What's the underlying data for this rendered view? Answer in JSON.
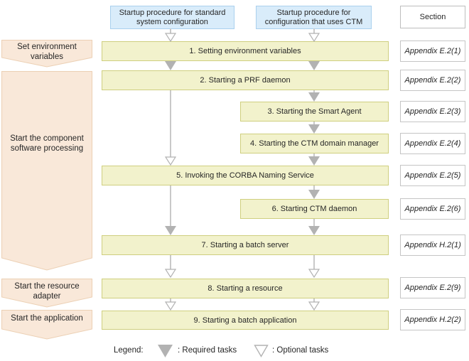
{
  "headers": {
    "standard": "Startup procedure for standard system configuration",
    "ctm": "Startup procedure for configuration that uses CTM",
    "section": "Section"
  },
  "phases": [
    {
      "label": "Set environment variables"
    },
    {
      "label": "Start the component software processing"
    },
    {
      "label": "Start the resource adapter"
    },
    {
      "label": "Start the application"
    }
  ],
  "steps": [
    {
      "label": "1. Setting environment variables",
      "section": "Appendix E.2(1)"
    },
    {
      "label": "2. Starting a PRF daemon",
      "section": "Appendix E.2(2)"
    },
    {
      "label": "3. Starting the Smart Agent",
      "section": "Appendix E.2(3)"
    },
    {
      "label": "4. Starting the CTM domain manager",
      "section": "Appendix E.2(4)"
    },
    {
      "label": "5. Invoking the CORBA Naming Service",
      "section": "Appendix E.2(5)"
    },
    {
      "label": "6. Starting CTM daemon",
      "section": "Appendix E.2(6)"
    },
    {
      "label": "7. Starting a batch server",
      "section": "Appendix H.2(1)"
    },
    {
      "label": "8. Starting a resource",
      "section": "Appendix E.2(9)"
    },
    {
      "label": "9. Starting a batch application",
      "section": "Appendix H.2(2)"
    }
  ],
  "legend": {
    "title": "Legend:",
    "required_icon": "filled-down-triangle",
    "required_label": ": Required tasks",
    "optional_icon": "outline-down-triangle",
    "optional_label": ": Optional tasks"
  },
  "colors": {
    "header_fill": "#d9ecfa",
    "header_border": "#aad0ee",
    "step_fill": "#f2f2cc",
    "step_border": "#cfcf7f",
    "phase_fill": "#f9e8d9",
    "phase_border": "#ecd0b4",
    "section_border": "#bdbdbd",
    "arrow_gray": "#b2b2b2"
  }
}
